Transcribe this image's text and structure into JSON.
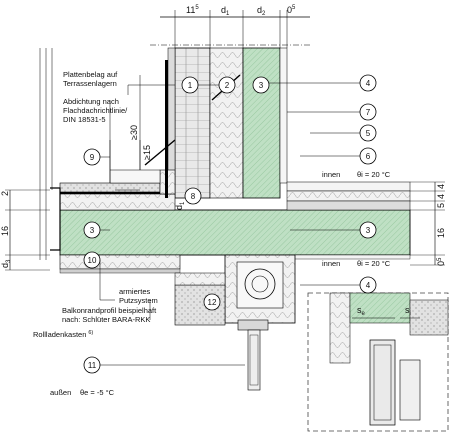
{
  "dimensions_top": {
    "d11": "11",
    "d11_sup": "5",
    "d1": "d",
    "d1_sub": "1",
    "d2": "d",
    "d2_sub": "2",
    "d0": "0",
    "d0_sup": "5"
  },
  "dimensions_left": {
    "d2": "2",
    "d16": "16",
    "d3": "d",
    "d3_sub": "3"
  },
  "dimensions_right": {
    "r4": "4",
    "r4b": "4",
    "r5": "5",
    "r16": "16",
    "r0": "0",
    "r0_sup": "5"
  },
  "dimensions_inner": {
    "ge30": "≥30",
    "ge15": "≥15",
    "dl": "d",
    "dl_sub": "1"
  },
  "labels": {
    "plattenbelag_line1": "Plattenbelag auf",
    "plattenbelag_line2": "Terrassenlagern",
    "abdichtung_line1": "Abdichtung nach",
    "abdichtung_line2": "Flachdachrichtlinie/",
    "abdichtung_line3": "DIN 18531-5",
    "innen_top": "innen",
    "theta_top": "θi = 20 °C",
    "innen_bottom": "innen",
    "theta_bottom": "θi = 20 °C",
    "armiertes_line1": "armiertes",
    "armiertes_line2": "Putzsystem",
    "balkon_line1": "Balkonrandprofil beispielhaft",
    "balkon_line2": "nach: Schlüter BARA-RKK",
    "rollladen": "Rollladenkasten",
    "rollladen_sup": "6)",
    "aussen": "außen",
    "theta_aussen": "θe = -5 °C",
    "se": "s",
    "se_sub": "e",
    "si": "s",
    "si_sub": "i"
  },
  "markers": [
    "1",
    "2",
    "3",
    "4",
    "7",
    "5",
    "6",
    "9",
    "8",
    "3",
    "3",
    "10",
    "4",
    "12",
    "11"
  ]
}
